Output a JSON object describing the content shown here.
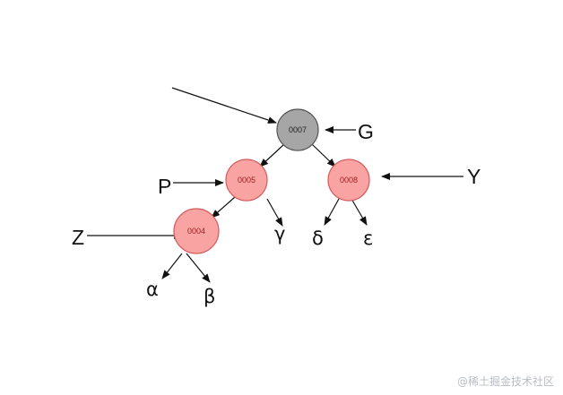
{
  "colors": {
    "black_node_fill": "#a6a6a6",
    "black_node_stroke": "#555555",
    "red_node_fill": "#f9a3a3",
    "red_node_stroke": "#d45b5b",
    "red_node_text": "#9a1c1c",
    "black_node_text": "#222222",
    "edge": "#111111"
  },
  "nodes": {
    "g": {
      "value": "0007",
      "color": "black"
    },
    "p": {
      "value": "0005",
      "color": "red"
    },
    "y": {
      "value": "0008",
      "color": "red"
    },
    "z": {
      "value": "0004",
      "color": "red"
    }
  },
  "labels": {
    "g": "G",
    "p": "P",
    "y": "Y",
    "z": "Z"
  },
  "subtrees": {
    "alpha": "α",
    "beta": "β",
    "gamma": "γ",
    "delta": "δ",
    "epsilon": "ε"
  },
  "watermark": "@稀土掘金技术社区"
}
